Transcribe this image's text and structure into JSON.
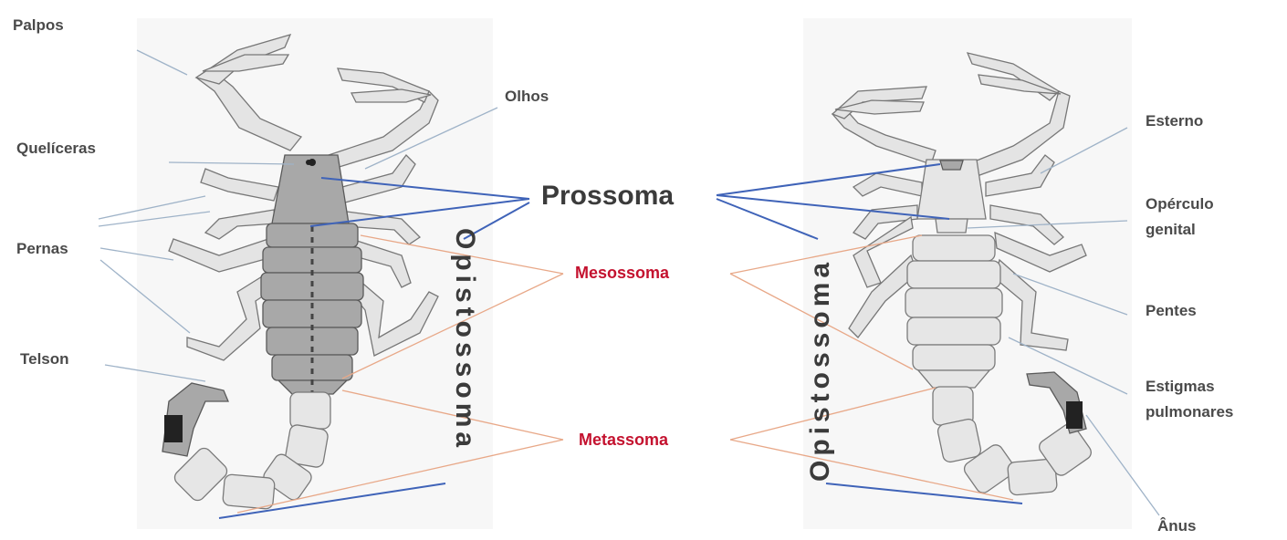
{
  "labels_left": {
    "palpos": "Palpos",
    "queliceras": "Quelíceras",
    "pernas": "Pernas",
    "telson": "Telson",
    "olhos": "Olhos"
  },
  "labels_right": {
    "esterno": "Esterno",
    "operculo_line1": "Opérculo",
    "operculo_line2": "genital",
    "pentes": "Pentes",
    "estigmas_line1": "Estigmas",
    "estigmas_line2": "pulmonares",
    "anus": "Ânus"
  },
  "center": {
    "prossoma": "Prossoma",
    "mesossoma": "Mesossoma",
    "metassoma": "Metassoma",
    "opistossoma_left": "Opistossoma",
    "opistossoma_right": "Opistossoma"
  },
  "colors": {
    "prossoma_lines": "#3f63b8",
    "soma_lines": "#e8a888",
    "pointer_lines": "#9fb3c8",
    "red_labels": "#c4122f",
    "text": "#4a4a4a"
  },
  "views": [
    "dorsal",
    "ventral"
  ]
}
